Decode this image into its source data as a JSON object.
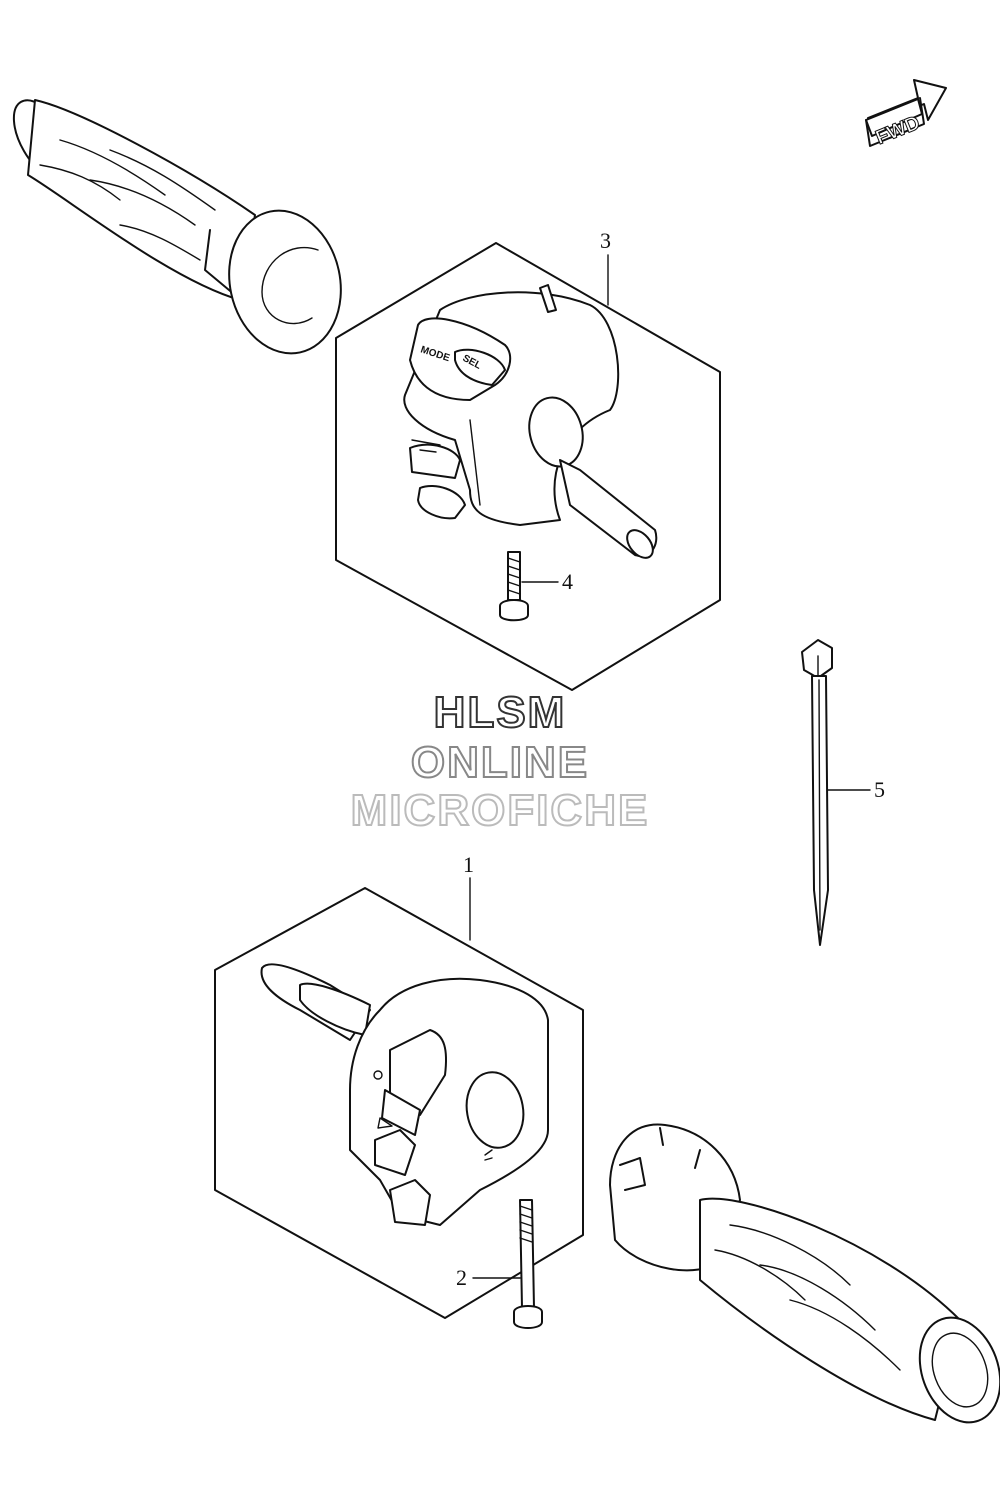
{
  "fwd_badge": "FWD",
  "callouts": {
    "c1": "1",
    "c2": "2",
    "c3": "3",
    "c4": "4",
    "c5": "5"
  },
  "switch_labels": {
    "mode": "MODE",
    "sel": "SEL"
  },
  "watermark": {
    "line1": "HLSM",
    "line2": "ONLINE",
    "line3": "MICROFICHE"
  }
}
